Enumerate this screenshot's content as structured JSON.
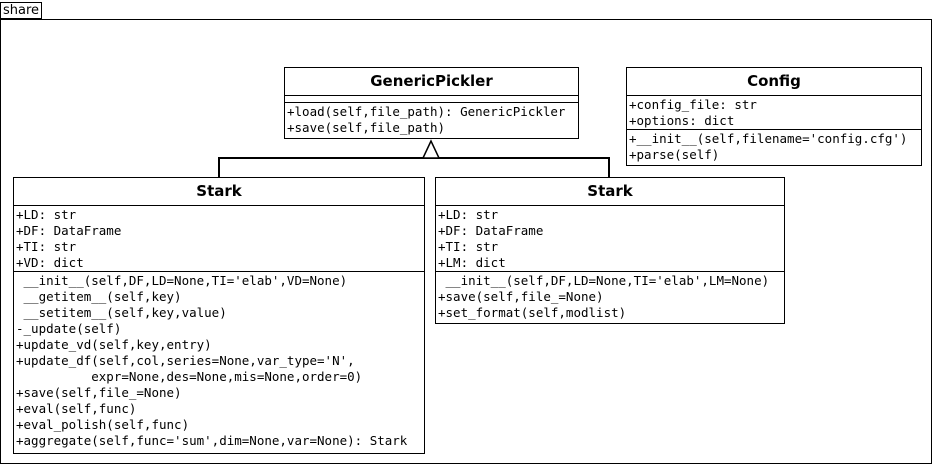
{
  "package": {
    "label": "share"
  },
  "classes": {
    "generic_pickler": {
      "name": "GenericPickler",
      "attributes": [],
      "operations": [
        "+load(self,file_path): GenericPickler",
        "+save(self,file_path)"
      ]
    },
    "config": {
      "name": "Config",
      "attributes": [
        "+config_file: str",
        "+options: dict"
      ],
      "operations": [
        "+__init__(self,filename='config.cfg')",
        "+parse(self)"
      ]
    },
    "stark_left": {
      "name": "Stark",
      "attributes": [
        "+LD: str",
        "+DF: DataFrame",
        "+TI: str",
        "+VD: dict"
      ],
      "operations": [
        " __init__(self,DF,LD=None,TI='elab',VD=None)",
        " __getitem__(self,key)",
        " __setitem__(self,key,value)",
        "-_update(self)",
        "+update_vd(self,key,entry)",
        "+update_df(self,col,series=None,var_type='N',",
        "          expr=None,des=None,mis=None,order=0)",
        "+save(self,file_=None)",
        "+eval(self,func)",
        "+eval_polish(self,func)",
        "+aggregate(self,func='sum',dim=None,var=None): Stark"
      ]
    },
    "stark_right": {
      "name": "Stark",
      "attributes": [
        "+LD: str",
        "+DF: DataFrame",
        "+TI: str",
        "+LM: dict"
      ],
      "operations": [
        " __init__(self,DF,LD=None,TI='elab',LM=None)",
        "+save(self,file_=None)",
        "+set_format(self,modlist)"
      ]
    }
  }
}
